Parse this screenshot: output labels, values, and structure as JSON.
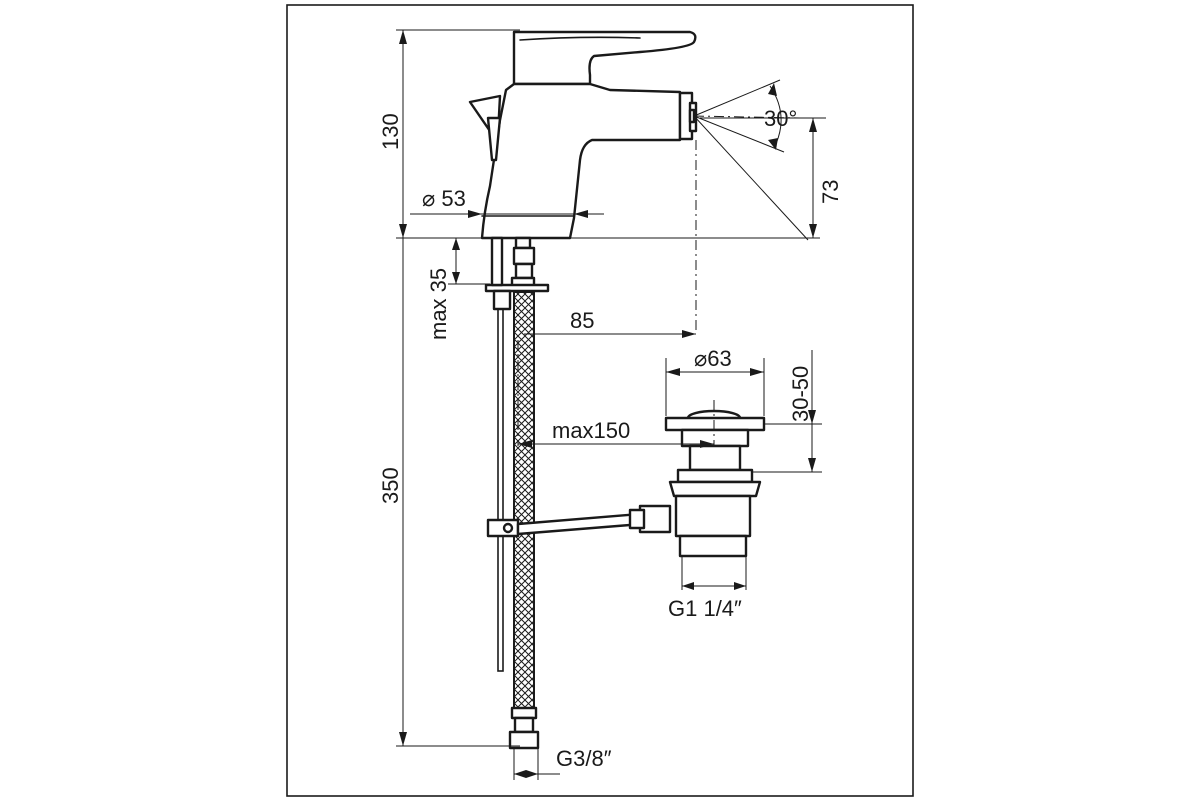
{
  "dimensions": {
    "overall_height": "130",
    "base_diameter": "⌀ 53",
    "spray_angle": "30°",
    "spout_height": "73",
    "max_deck_thickness": "max 35",
    "spout_reach": "85",
    "drain_diameter": "⌀63",
    "drain_range": "30-50",
    "pull_rod_max": "max150",
    "hose_length": "350",
    "drain_thread": "G1 1/4″",
    "hose_thread": "G3/8″"
  }
}
